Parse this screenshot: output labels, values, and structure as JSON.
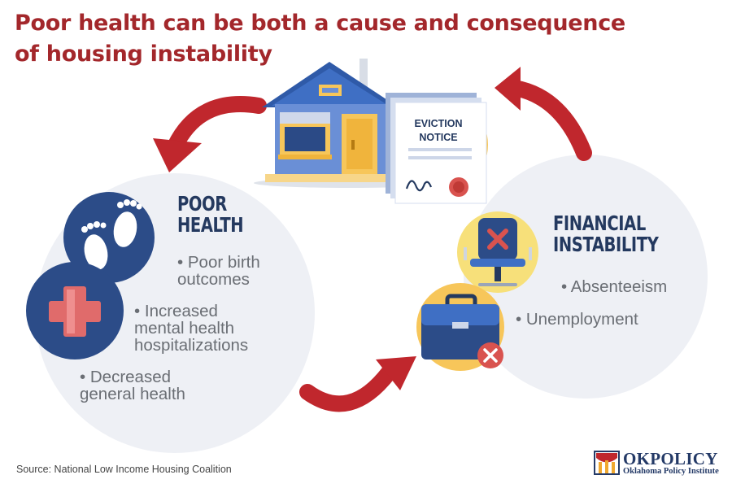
{
  "title": {
    "line1": "Poor health can be both a cause and consequence",
    "line2": "of housing instability"
  },
  "eviction": {
    "line1": "EVICTION",
    "line2": "NOTICE"
  },
  "poor_health": {
    "heading1": "POOR",
    "heading2": "HEALTH",
    "items": [
      "• Poor birth\n  outcomes",
      "• Increased\n  mental health\n  hospitalizations",
      "• Decreased\n  general health"
    ]
  },
  "financial": {
    "heading1": "FINANCIAL",
    "heading2": "INSTABILITY",
    "items": [
      "• Absenteeism",
      "• Unemployment"
    ]
  },
  "source": "Source:  National Low Income Housing Coalition",
  "logo": {
    "ok": "OKPOLICY",
    "sub": "Oklahoma Policy Institute"
  },
  "colors": {
    "title": "#a3272b",
    "arrow": "#c0272d",
    "navy": "#24395f",
    "circle_bg": "#eef0f5",
    "yellow": "#f7c65a"
  },
  "icons": [
    "house-icon",
    "eviction-notice-icon",
    "footprints-icon",
    "medical-cross-icon",
    "office-chair-icon",
    "briefcase-icon",
    "reject-x-icon",
    "cycle-arrow-icon"
  ]
}
